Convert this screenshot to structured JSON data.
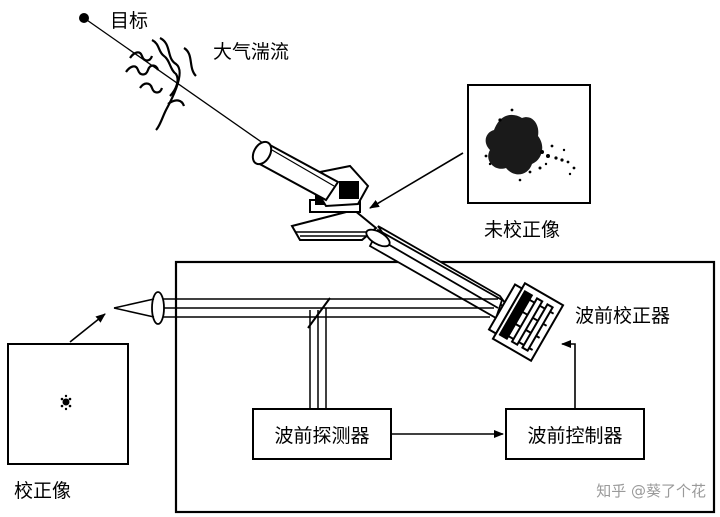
{
  "labels": {
    "target": "目标",
    "turbulence": "大气湍流",
    "uncorrected_image": "未校正像",
    "wavefront_corrector": "波前校正器",
    "corrected_image": "校正像",
    "wavefront_sensor": "波前探测器",
    "wavefront_controller": "波前控制器"
  },
  "watermark": "知乎 @葵了个花"
}
